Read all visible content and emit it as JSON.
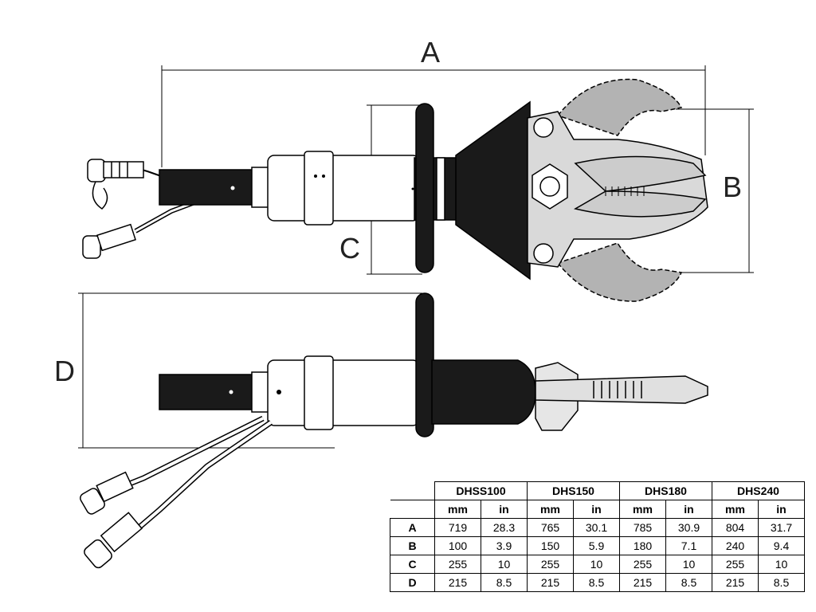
{
  "dimensions": {
    "a": "A",
    "b": "B",
    "c": "C",
    "d": "D"
  },
  "colors": {
    "outline": "#000000",
    "jaw_fill": "#b3b3b3",
    "body_fill": "#ffffff",
    "handle_fill": "#1a1a1a"
  },
  "table": {
    "models": [
      "DHSS100",
      "DHS150",
      "DHS180",
      "DHS240"
    ],
    "units": [
      "mm",
      "in",
      "mm",
      "in",
      "mm",
      "in",
      "mm",
      "in"
    ],
    "rows": [
      {
        "label": "A",
        "values": [
          "719",
          "28.3",
          "765",
          "30.1",
          "785",
          "30.9",
          "804",
          "31.7"
        ]
      },
      {
        "label": "B",
        "values": [
          "100",
          "3.9",
          "150",
          "5.9",
          "180",
          "7.1",
          "240",
          "9.4"
        ]
      },
      {
        "label": "C",
        "values": [
          "255",
          "10",
          "255",
          "10",
          "255",
          "10",
          "255",
          "10"
        ]
      },
      {
        "label": "D",
        "values": [
          "215",
          "8.5",
          "215",
          "8.5",
          "215",
          "8.5",
          "215",
          "8.5"
        ]
      }
    ]
  }
}
